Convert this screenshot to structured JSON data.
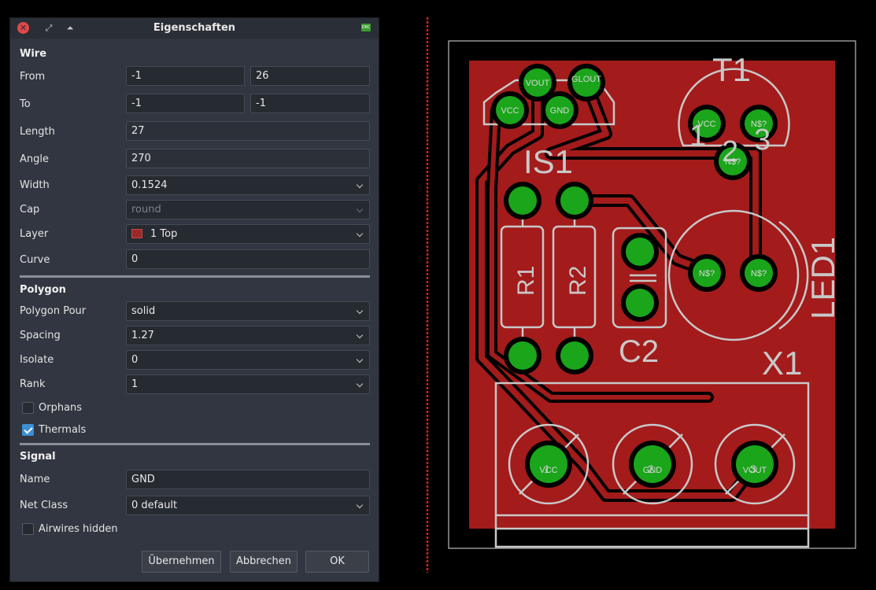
{
  "dialog": {
    "title": "Eigenschaften",
    "wire": {
      "heading": "Wire",
      "from_label": "From",
      "from_x": "-1",
      "from_y": "26",
      "to_label": "To",
      "to_x": "-1",
      "to_y": "-1",
      "length_label": "Length",
      "length": "27",
      "angle_label": "Angle",
      "angle": "270",
      "width_label": "Width",
      "width": "0.1524",
      "cap_label": "Cap",
      "cap": "round",
      "layer_label": "Layer",
      "layer": "1 Top",
      "curve_label": "Curve",
      "curve": "0"
    },
    "polygon": {
      "heading": "Polygon",
      "pour_label": "Polygon Pour",
      "pour": "solid",
      "spacing_label": "Spacing",
      "spacing": "1.27",
      "isolate_label": "Isolate",
      "isolate": "0",
      "rank_label": "Rank",
      "rank": "1",
      "orphans_label": "Orphans",
      "thermals_label": "Thermals"
    },
    "signal": {
      "heading": "Signal",
      "name_label": "Name",
      "name": "GND",
      "netclass_label": "Net Class",
      "netclass": "0 default",
      "airwires_label": "Airwires hidden"
    },
    "buttons": {
      "apply": "Übernehmen",
      "cancel": "Abbrechen",
      "ok": "OK"
    }
  },
  "pcb": {
    "names": {
      "t1": "T1",
      "is1": "IS1",
      "r1": "R1",
      "r2": "R2",
      "c2": "C2",
      "led1": "LED1",
      "x1": "X1"
    },
    "pins": {
      "vout": "VOUT",
      "vcc": "VCC",
      "gnd": "GND",
      "glout": "GLOUT",
      "n": "N$?",
      "t1": "1",
      "t2": "2",
      "t3": "3",
      "x1": "1",
      "x2": "2",
      "x3": "3"
    }
  },
  "colors": {
    "board": "#a31b1b",
    "copper": "#000000",
    "pad": "#1aa51a",
    "silk": "#c8c8c8",
    "dialog_bg": "#313640"
  }
}
